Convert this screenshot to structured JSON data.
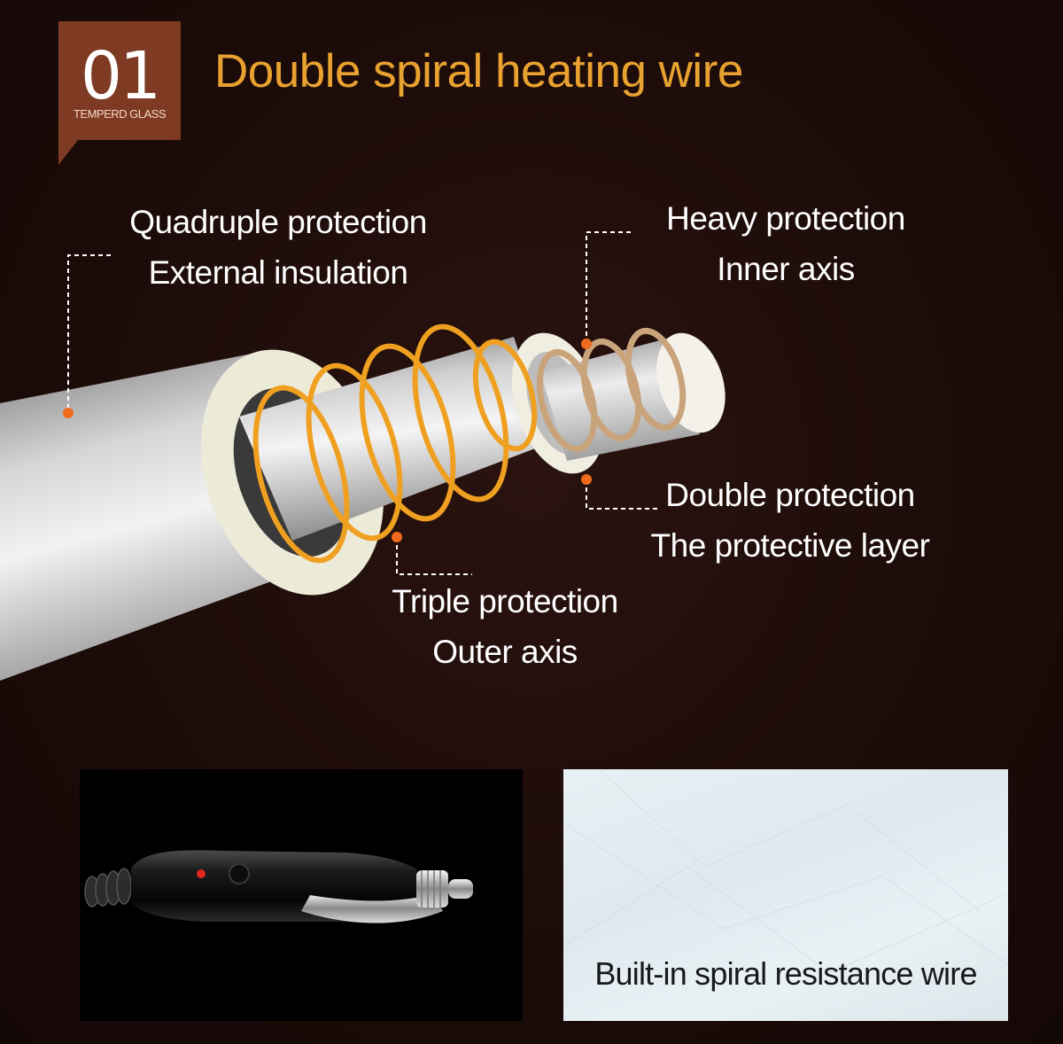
{
  "badge": {
    "number": "01",
    "subtitle": "TEMPERD GLASS",
    "color": "#7e3a22"
  },
  "title": "Double spiral heating wire",
  "title_color": "#e9a230",
  "labels": {
    "quadruple": {
      "line1": "Quadruple protection",
      "line2": "External insulation"
    },
    "heavy": {
      "line1": "Heavy protection",
      "line2": "Inner axis"
    },
    "double": {
      "line1": "Double protection",
      "line2": "The protective layer"
    },
    "triple": {
      "line1": "Triple protection",
      "line2": "Outer axis"
    }
  },
  "photos": {
    "left": {
      "icon": "car-cigarette-lighter-plug-icon"
    },
    "right": {
      "caption": "Built-in spiral resistance wire"
    }
  },
  "colors": {
    "background": "#1d0c09",
    "spiral": "#f0a020",
    "marker": "#f06a1e"
  }
}
